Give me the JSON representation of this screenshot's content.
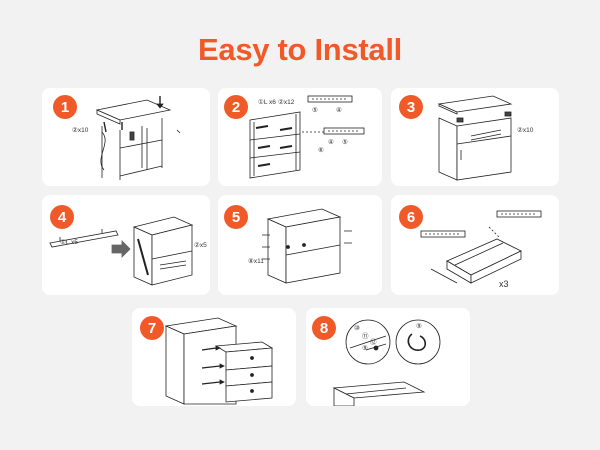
{
  "page": {
    "title": "Easy to Install",
    "accent": "#f05a28",
    "background": "#f2f2f2"
  },
  "steps": [
    {
      "number": "1",
      "labels": [
        "②x10"
      ]
    },
    {
      "number": "2",
      "labels": [
        "①L x6",
        "②x12",
        "⑤",
        "④",
        "④",
        "⑤",
        "⑥"
      ]
    },
    {
      "number": "3",
      "labels": [
        "②x10"
      ]
    },
    {
      "number": "4",
      "labels": [
        "①L x5",
        "②x5"
      ]
    },
    {
      "number": "5",
      "labels": [
        "⑧x11"
      ]
    },
    {
      "number": "6",
      "labels": [
        "x3"
      ]
    },
    {
      "number": "7",
      "labels": []
    },
    {
      "number": "8",
      "labels": [
        "⑩",
        "⑪",
        "⑫",
        "⑨",
        "⑨"
      ]
    }
  ],
  "icons": {
    "step_badge": "number-circle-icon",
    "arrow": "right-arrow-icon",
    "screw": "screw-icon"
  }
}
